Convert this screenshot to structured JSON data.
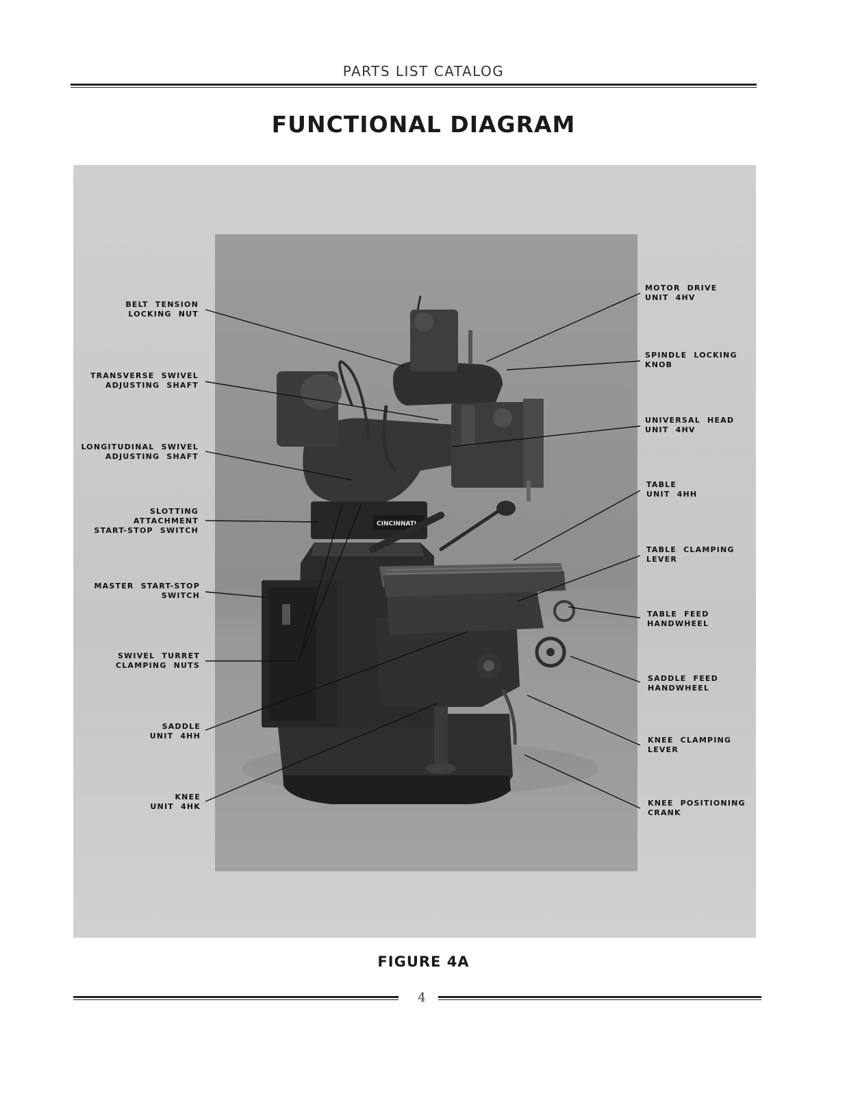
{
  "header": {
    "text": "PARTS LIST CATALOG"
  },
  "title": "FUNCTIONAL DIAGRAM",
  "machine": {
    "brand_plate": "CINCINNATI"
  },
  "callouts_left": [
    {
      "id": "belt-tension-locking-nut",
      "text": "BELT  TENSION\nLOCKING  NUT"
    },
    {
      "id": "transverse-swivel-adjusting-shaft",
      "text": "TRANSVERSE  SWIVEL\nADJUSTING  SHAFT"
    },
    {
      "id": "longitudinal-swivel-adjusting-shaft",
      "text": "LONGITUDINAL  SWIVEL\nADJUSTING  SHAFT"
    },
    {
      "id": "slotting-attachment-start-stop-switch",
      "text": "SLOTTING\nATTACHMENT\nSTART-STOP  SWITCH"
    },
    {
      "id": "master-start-stop-switch",
      "text": "MASTER  START-STOP\nSWITCH"
    },
    {
      "id": "swivel-turret-clamping-nuts",
      "text": "SWIVEL  TURRET\nCLAMPING  NUTS"
    },
    {
      "id": "saddle-unit",
      "text": "SADDLE\nUNIT  4HH"
    },
    {
      "id": "knee-unit",
      "text": "KNEE\nUNIT  4HK"
    }
  ],
  "callouts_right": [
    {
      "id": "motor-drive-unit",
      "text": "MOTOR  DRIVE\nUNIT  4HV"
    },
    {
      "id": "spindle-locking-knob",
      "text": "SPINDLE  LOCKING\nKNOB"
    },
    {
      "id": "universal-head-unit",
      "text": "UNIVERSAL  HEAD\nUNIT  4HV"
    },
    {
      "id": "table-unit",
      "text": "TABLE\nUNIT  4HH"
    },
    {
      "id": "table-clamping-lever",
      "text": "TABLE  CLAMPING\nLEVER"
    },
    {
      "id": "table-feed-handwheel",
      "text": "TABLE  FEED\nHANDWHEEL"
    },
    {
      "id": "saddle-feed-handwheel",
      "text": "SADDLE  FEED\nHANDWHEEL"
    },
    {
      "id": "knee-clamping-lever",
      "text": "KNEE  CLAMPING\nLEVER"
    },
    {
      "id": "knee-positioning-crank",
      "text": "KNEE  POSITIONING\nCRANK"
    }
  ],
  "figure_caption": "FIGURE  4A",
  "page_number": "4"
}
